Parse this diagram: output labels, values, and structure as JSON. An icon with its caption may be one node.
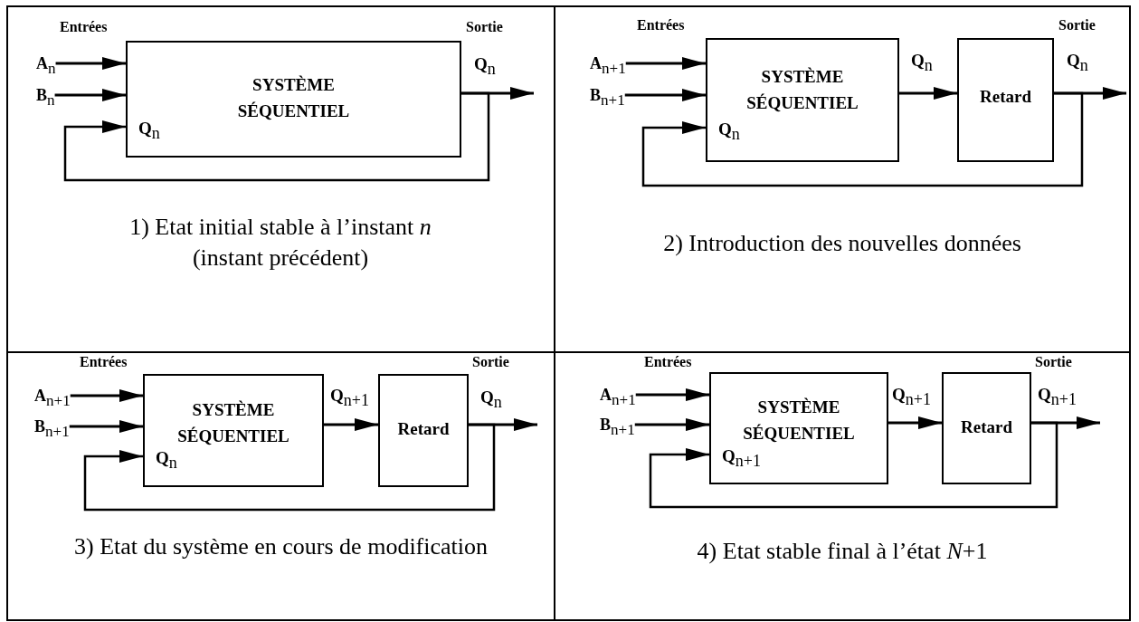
{
  "diagram": {
    "nodes": [
      {
        "text": [
          "1) Etat initial stable à l’instant *n* (instant précédent)"
        ]
      },
      {
        "text": [
          "A$_{n}$"
        ],
        "in": 0
      },
      {
        "text": [
          "B$_{n}$"
        ],
        "in": 0
      },
      {
        "text": [
          "SYSTÈME SÉQUENTIEL",
          "Q$_{n}$"
        ],
        "in": 0
      },
      {
        "text": [
          "2) Introduction des nouvelles données"
        ]
      },
      {
        "text": [
          "A$_{n+1}$"
        ],
        "in": 4
      },
      {
        "text": [
          "B$_{n+1}$"
        ],
        "in": 4
      },
      {
        "text": [
          "SYSTÈME SÉQUENTIEL",
          "Q$_{n}$"
        ],
        "in": 4
      },
      {
        "text": [
          "Retard"
        ],
        "in": 4
      },
      {
        "text": [
          "3) Etat du système en cours de modification"
        ]
      },
      {
        "text": [
          "A$_{n+1}$"
        ],
        "in": 9
      },
      {
        "text": [
          "B$_{n+1}$"
        ],
        "in": 9
      },
      {
        "text": [
          "SYSTÈME SÉQUENTIEL",
          "Q$_{n}$"
        ],
        "in": 9
      },
      {
        "text": [
          "Retard"
        ],
        "in": 9
      },
      {
        "text": [
          "4) Etat stable final à l’état *N*+1"
        ]
      },
      {
        "text": [
          "A$_{n+1}$"
        ],
        "in": 14
      },
      {
        "text": [
          "B$_{n+1}$"
        ],
        "in": 14
      },
      {
        "text": [
          "SYSTÈME SÉQUENTIEL",
          "Q$_{n+1}$"
        ],
        "in": 14
      },
      {
        "text": [
          "Retard"
        ],
        "in": 14
      }
    ],
    "edges": [
      {
        "from": 1,
        "to": 3,
        "arrow": "to"
      },
      {
        "from": 2,
        "to": 3,
        "arrow": "to"
      },
      {
        "from": 3,
        "to": null,
        "arrow": "to",
        "label": "Q$_{n}$"
      },
      {
        "from": 3,
        "to": 3,
        "arrow": "to"
      },
      {
        "from": 5,
        "to": 7,
        "arrow": "to"
      },
      {
        "from": 6,
        "to": 7,
        "arrow": "to"
      },
      {
        "from": 7,
        "to": 8,
        "arrow": "to",
        "label": "Q$_{n}$"
      },
      {
        "from": 8,
        "to": null,
        "arrow": "to",
        "label": "Q$_{n}$"
      },
      {
        "from": 8,
        "to": 7,
        "arrow": "to"
      },
      {
        "from": 10,
        "to": 12,
        "arrow": "to"
      },
      {
        "from": 11,
        "to": 12,
        "arrow": "to"
      },
      {
        "from": 12,
        "to": 13,
        "arrow": "to",
        "label": "Q$_{n+1}$"
      },
      {
        "from": 13,
        "to": null,
        "arrow": "to",
        "label": "Q$_{n}$"
      },
      {
        "from": 13,
        "to": 12,
        "arrow": "to"
      },
      {
        "from": 15,
        "to": 17,
        "arrow": "to"
      },
      {
        "from": 16,
        "to": 17,
        "arrow": "to"
      },
      {
        "from": 17,
        "to": 18,
        "arrow": "to",
        "label": "Q$_{n+1}$"
      },
      {
        "from": 18,
        "to": null,
        "arrow": "to",
        "label": "Q$_{n+1}$"
      },
      {
        "from": 18,
        "to": 17,
        "arrow": "to"
      }
    ],
    "labels": [
      "Entrées",
      "Sortie",
      "Entrées",
      "Sortie",
      "Entrées",
      "Sortie",
      "Entrées",
      "Sortie"
    ]
  }
}
